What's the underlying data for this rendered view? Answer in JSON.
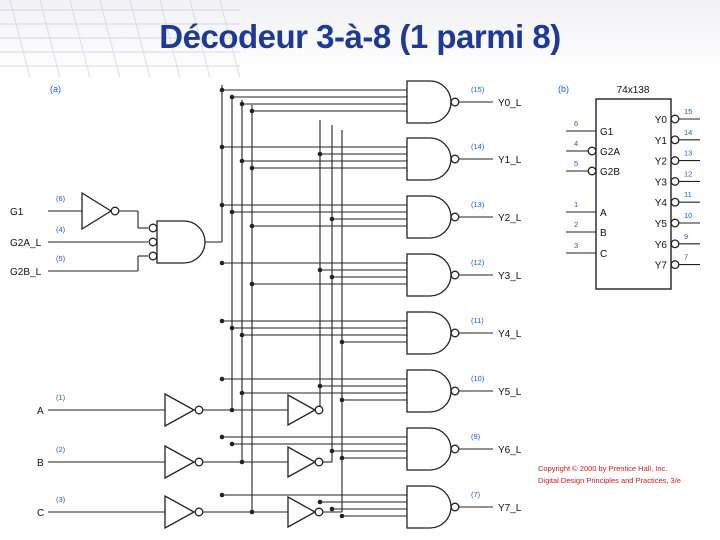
{
  "title": "Décodeur 3-à-8 (1 parmi 8)",
  "panel_a": "(a)",
  "panel_b": "(b)",
  "inputs": [
    {
      "name": "G1",
      "pin": "(6)"
    },
    {
      "name": "G2A_L",
      "pin": "(4)"
    },
    {
      "name": "G2B_L",
      "pin": "(5)"
    },
    {
      "name": "A",
      "pin": "(1)"
    },
    {
      "name": "B",
      "pin": "(2)"
    },
    {
      "name": "C",
      "pin": "(3)"
    }
  ],
  "outputs": [
    {
      "name": "Y0_L",
      "pin": "(15)"
    },
    {
      "name": "Y1_L",
      "pin": "(14)"
    },
    {
      "name": "Y2_L",
      "pin": "(13)"
    },
    {
      "name": "Y3_L",
      "pin": "(12)"
    },
    {
      "name": "Y4_L",
      "pin": "(11)"
    },
    {
      "name": "Y5_L",
      "pin": "(10)"
    },
    {
      "name": "Y6_L",
      "pin": "(9)"
    },
    {
      "name": "Y7_L",
      "pin": "(7)"
    }
  ],
  "chip": {
    "name": "74x138",
    "left_pins": [
      {
        "label": "G1",
        "num": "6",
        "bubble": false
      },
      {
        "label": "G2A",
        "num": "4",
        "bubble": true
      },
      {
        "label": "G2B",
        "num": "5",
        "bubble": true
      },
      {
        "label": "A",
        "num": "1",
        "bubble": false
      },
      {
        "label": "B",
        "num": "2",
        "bubble": false
      },
      {
        "label": "C",
        "num": "3",
        "bubble": false
      }
    ],
    "right_pins": [
      {
        "label": "Y0",
        "num": "15"
      },
      {
        "label": "Y1",
        "num": "14"
      },
      {
        "label": "Y2",
        "num": "13"
      },
      {
        "label": "Y3",
        "num": "12"
      },
      {
        "label": "Y4",
        "num": "11"
      },
      {
        "label": "Y5",
        "num": "10"
      },
      {
        "label": "Y6",
        "num": "9"
      },
      {
        "label": "Y7",
        "num": "7"
      }
    ]
  },
  "copyright": [
    "Copyright © 2000 by Prentice Hall, Inc.",
    "Digital Design Principles and Practices, 3/e"
  ],
  "colors": {
    "title": "#1f3a96",
    "pin_numbers": "#1a5fcf",
    "copyright": "#d11a1a",
    "wire": "#222222"
  }
}
